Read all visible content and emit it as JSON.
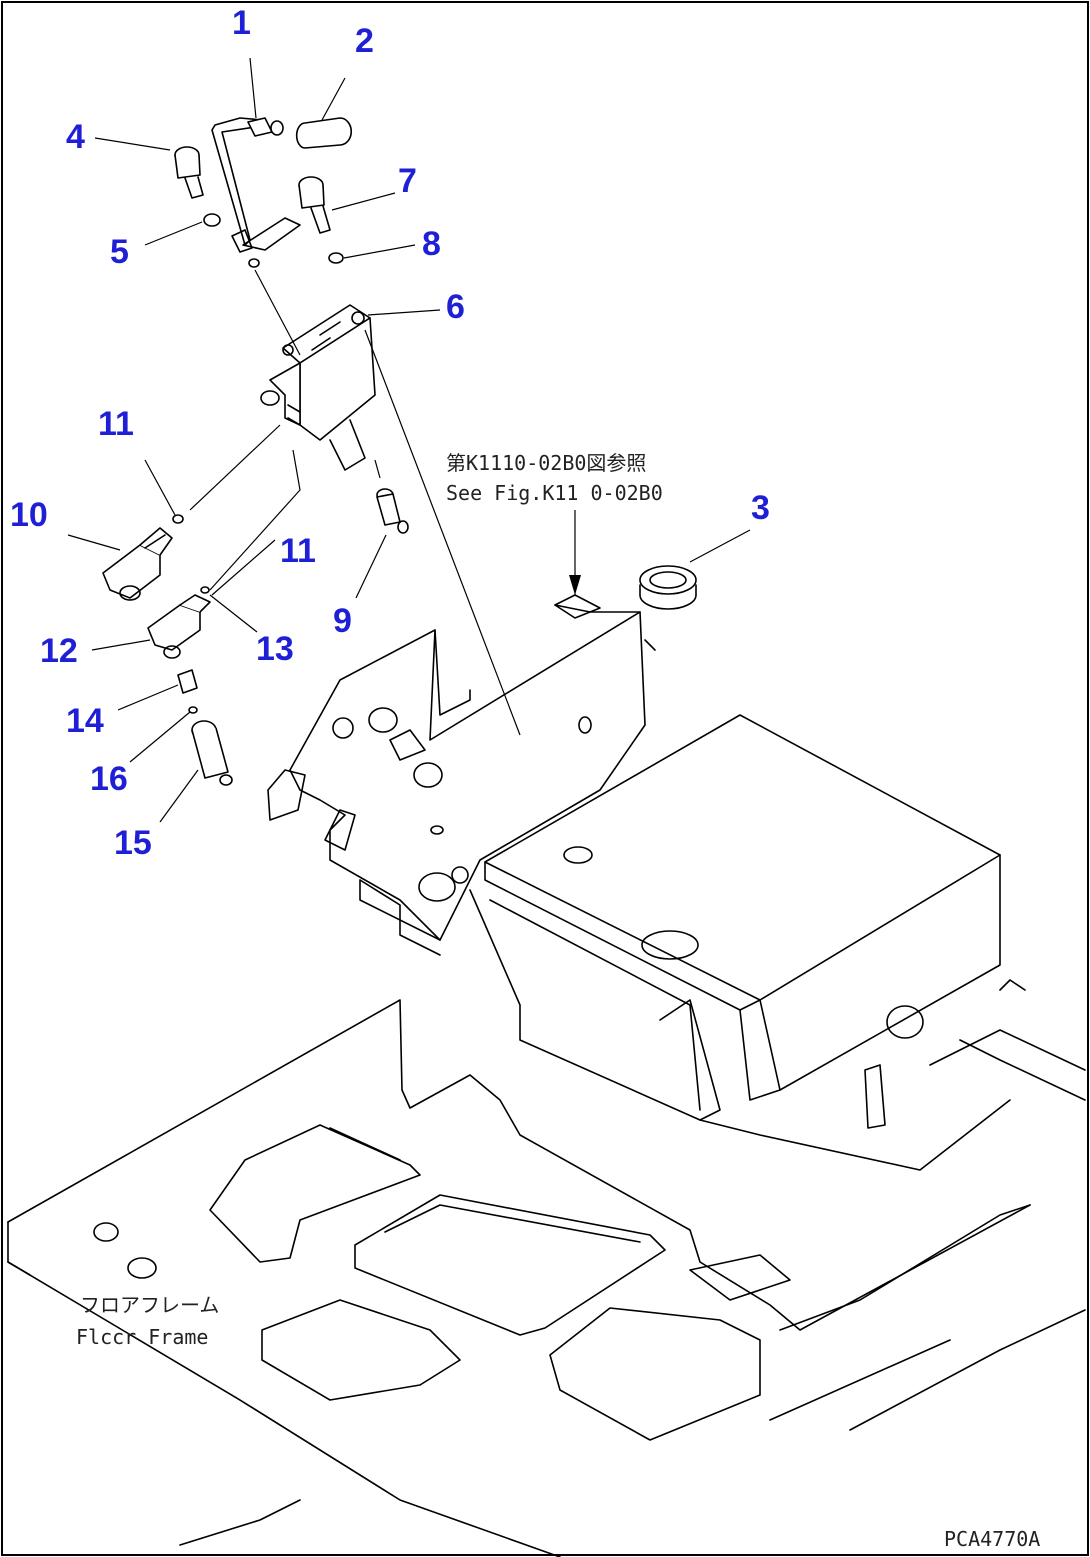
{
  "diagram": {
    "part_numbers": [
      "1",
      "2",
      "3",
      "4",
      "5",
      "6",
      "7",
      "8",
      "9",
      "10",
      "11",
      "11",
      "12",
      "13",
      "14",
      "15",
      "16"
    ],
    "reference_note_jp": "第K1110-02B0図参照",
    "reference_note_en": "See Fig.K11 0-02B0",
    "floor_frame_jp": "フロアフレーム",
    "floor_frame_en": "Flccr Frame",
    "drawing_code": "PCA4770A",
    "label_color": "#1f1fd6"
  }
}
